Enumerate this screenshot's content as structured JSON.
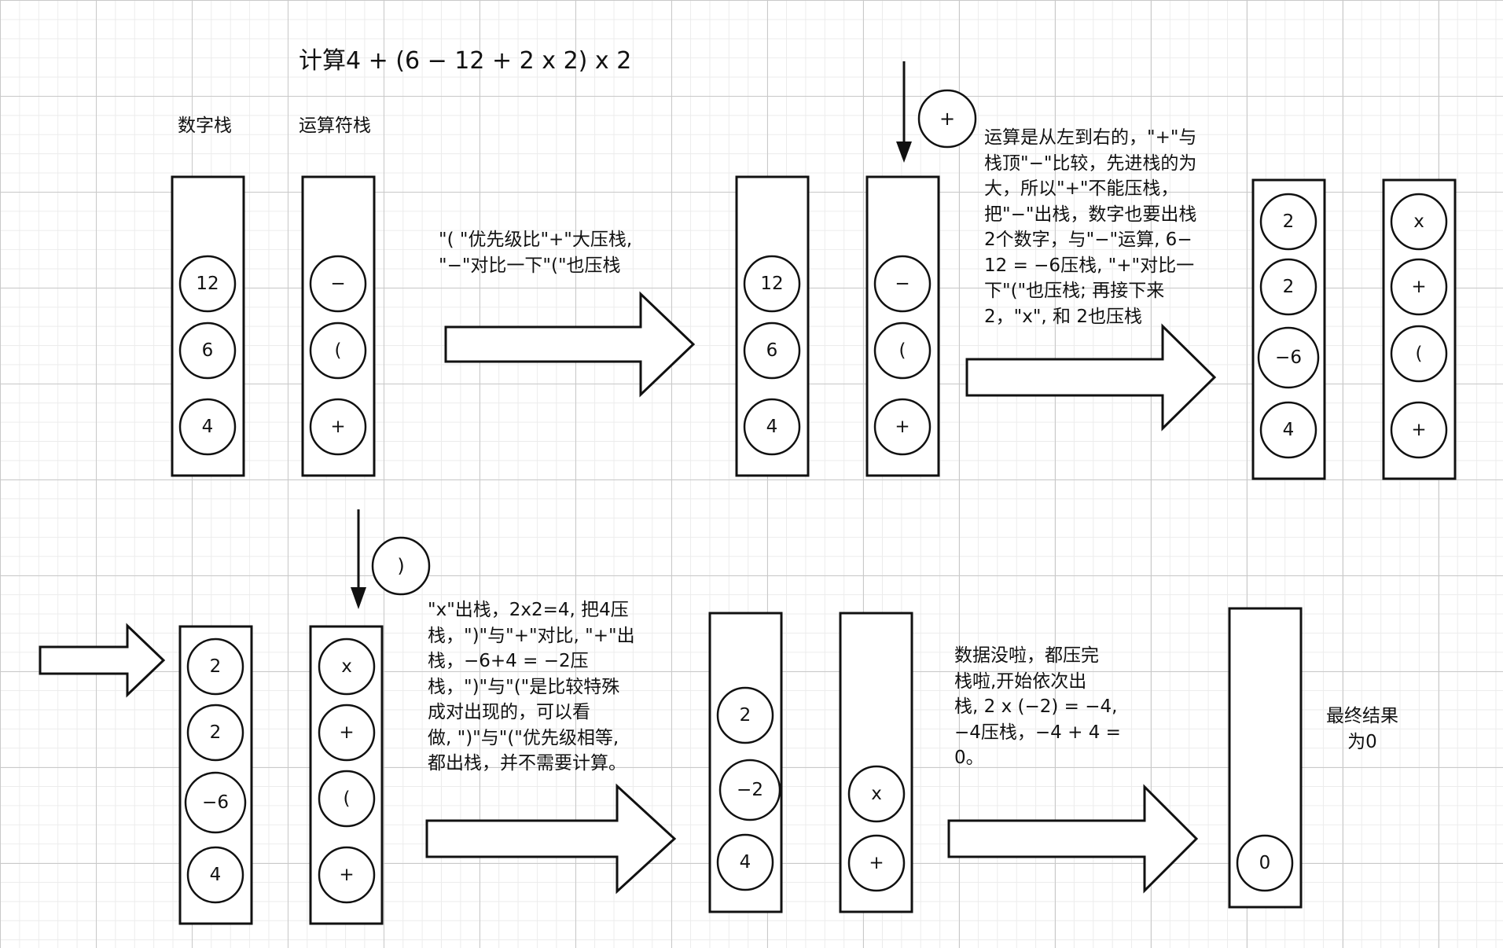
{
  "title": "计算4 + (6 − 12 + 2 x 2) x 2",
  "headers": {
    "numbers": "数字栈",
    "operators": "运算符栈"
  },
  "stages": [
    {
      "numbers": [
        "12",
        "6",
        "4"
      ],
      "operators": [
        "−",
        "(",
        "+"
      ]
    },
    {
      "numbers": [
        "12",
        "6",
        "4"
      ],
      "operators": [
        "−",
        "(",
        "+"
      ]
    },
    {
      "numbers": [
        "2",
        "2",
        "−6",
        "4"
      ],
      "operators": [
        "x",
        "+",
        "(",
        "+"
      ]
    },
    {
      "numbers": [
        "2",
        "2",
        "−6",
        "4"
      ],
      "operators": [
        "x",
        "+",
        "(",
        "+"
      ]
    },
    {
      "numbers": [
        "2",
        "−2",
        "4"
      ],
      "operators": [
        "x",
        "+"
      ]
    },
    {
      "numbers": [
        "0"
      ]
    }
  ],
  "incoming_tokens": [
    "+",
    ")"
  ],
  "notes": [
    "\"( \"优先级比\"+\"大压栈,\n\"−\"对比一下\"(\"也压栈",
    "运算是从左到右的，\"+\"与\n栈顶\"−\"比较，先进栈的为\n大，所以\"+\"不能压栈，\n把\"−\"出栈，数字也要出栈\n2个数字，与\"−\"运算, 6−\n12 = −6压栈, \"+\"对比一\n下\"(\"也压栈; 再接下来\n2，\"x\", 和 2也压栈",
    "\"x\"出栈，2x2=4, 把4压\n栈，\")\"与\"+\"对比, \"+\"出\n栈，−6+4 = −2压\n栈，\")\"与\"(\"是比较特殊\n成对出现的，可以看\n做, \")\"与\"(\"优先级相等,\n都出栈，并不需要计算。",
    "数据没啦，都压完\n栈啦,开始依次出\n栈, 2 x (−2) = −4,\n−4压栈，−4 + 4 =\n0。",
    "最终结果\n为0"
  ]
}
